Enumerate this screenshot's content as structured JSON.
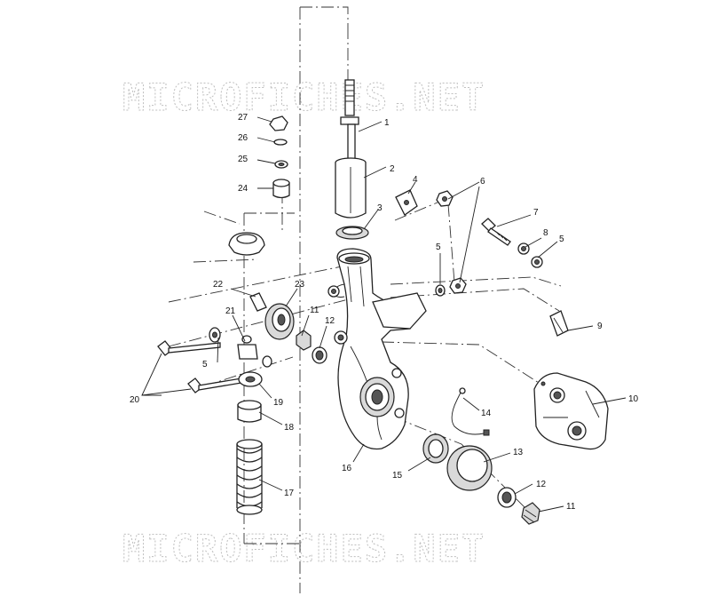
{
  "watermark": "MICROFICHES.NET",
  "labels": {
    "p1": "1",
    "p2": "2",
    "p3": "3",
    "p4": "4",
    "p5a": "5",
    "p5b": "5",
    "p5c": "5",
    "p6": "6",
    "p7": "7",
    "p8": "8",
    "p9": "9",
    "p10": "10",
    "p11a": "11",
    "p11b": "11",
    "p12a": "12",
    "p12b": "12",
    "p13": "13",
    "p14": "14",
    "p15": "15",
    "p16": "16",
    "p17": "17",
    "p18": "18",
    "p19": "19",
    "p20": "20",
    "p21": "21",
    "p22": "22",
    "p23": "23",
    "p24": "24",
    "p25": "25",
    "p26": "26",
    "p27": "27"
  }
}
